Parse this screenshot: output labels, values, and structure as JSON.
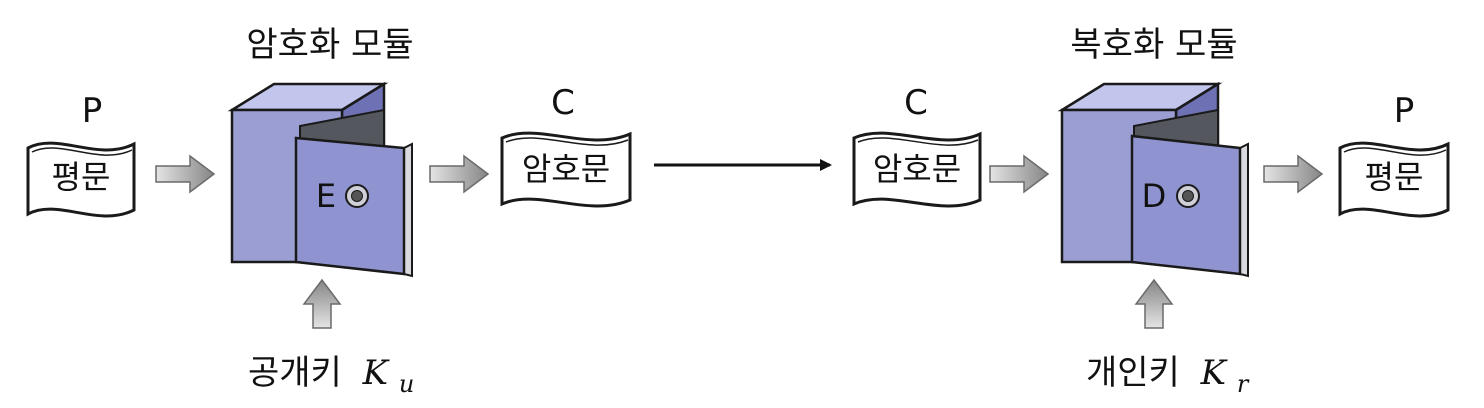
{
  "encryption": {
    "module_title": "암호화 모듈",
    "plaintext_symbol": "P",
    "plaintext_label": "평문",
    "box_letter": "E",
    "ciphertext_symbol": "C",
    "ciphertext_label": "암호문",
    "key_label": "공개키",
    "key_symbol": "K",
    "key_subscript": "u"
  },
  "decryption": {
    "module_title": "복호화 모듈",
    "ciphertext_symbol": "C",
    "ciphertext_label": "암호문",
    "box_letter": "D",
    "plaintext_symbol": "P",
    "plaintext_label": "평문",
    "key_label": "개인키",
    "key_symbol": "K",
    "key_subscript": "r"
  },
  "colors": {
    "box_front": "#9a9ed3",
    "box_side": "#6e72b5",
    "box_top": "#c2c5ec",
    "box_interior": "#55575e",
    "door": "#8f94d0",
    "door_edge": "#d9d9e0",
    "outline": "#1a1a1a",
    "flow_arrow_light": "#e0e0e0",
    "flow_arrow_dark": "#8a8a8a"
  },
  "icons": {
    "document": "wavy-document-icon",
    "safe": "safe-box-icon",
    "lock": "combination-lock-icon",
    "flow_arrow": "gradient-arrow-icon",
    "transmit_arrow": "line-arrow-icon"
  }
}
